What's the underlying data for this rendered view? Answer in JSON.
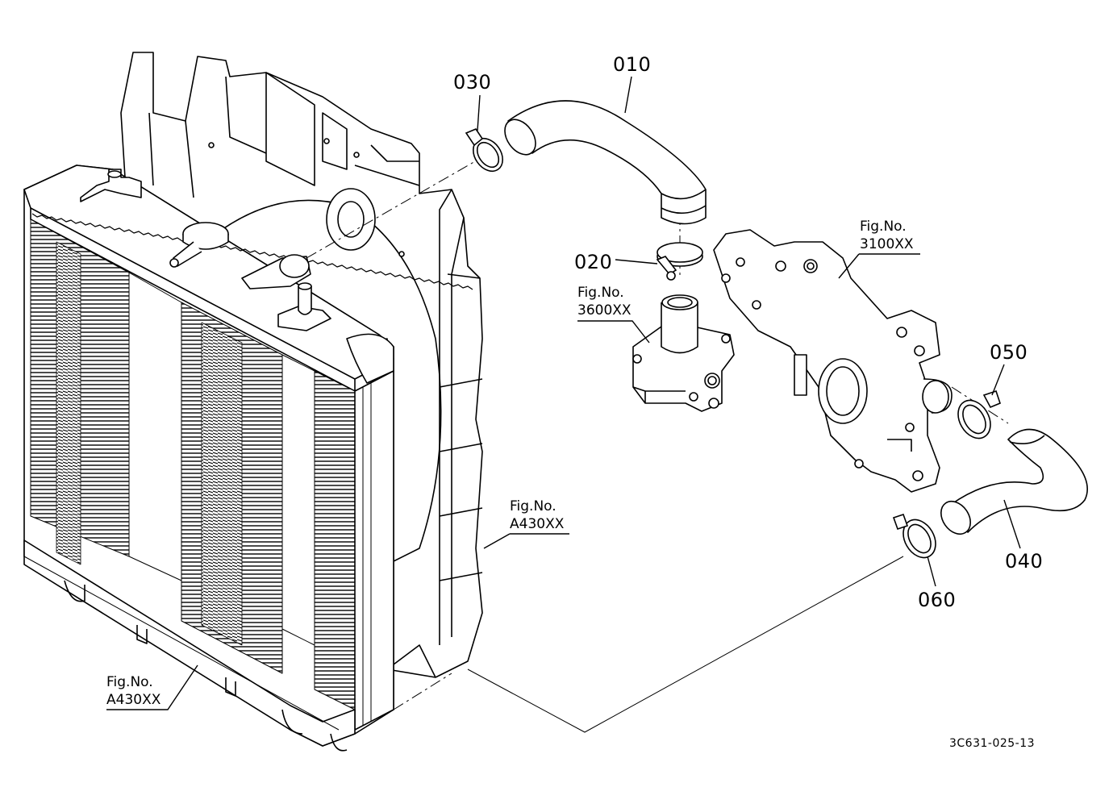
{
  "parts": {
    "p010": "010",
    "p020": "020",
    "p030": "030",
    "p040": "040",
    "p050": "050",
    "p060": "060"
  },
  "figure_refs": {
    "water_pump": {
      "line1": "Fig.No.",
      "line2": "3600XX"
    },
    "gear_case": {
      "line1": "Fig.No.",
      "line2": "3100XX"
    },
    "radiator_shroud": {
      "line1": "Fig.No.",
      "line2": "A430XX"
    },
    "radiator_bottom": {
      "line1": "Fig.No.",
      "line2": "A430XX"
    }
  },
  "document_id": "3C631-025-13"
}
